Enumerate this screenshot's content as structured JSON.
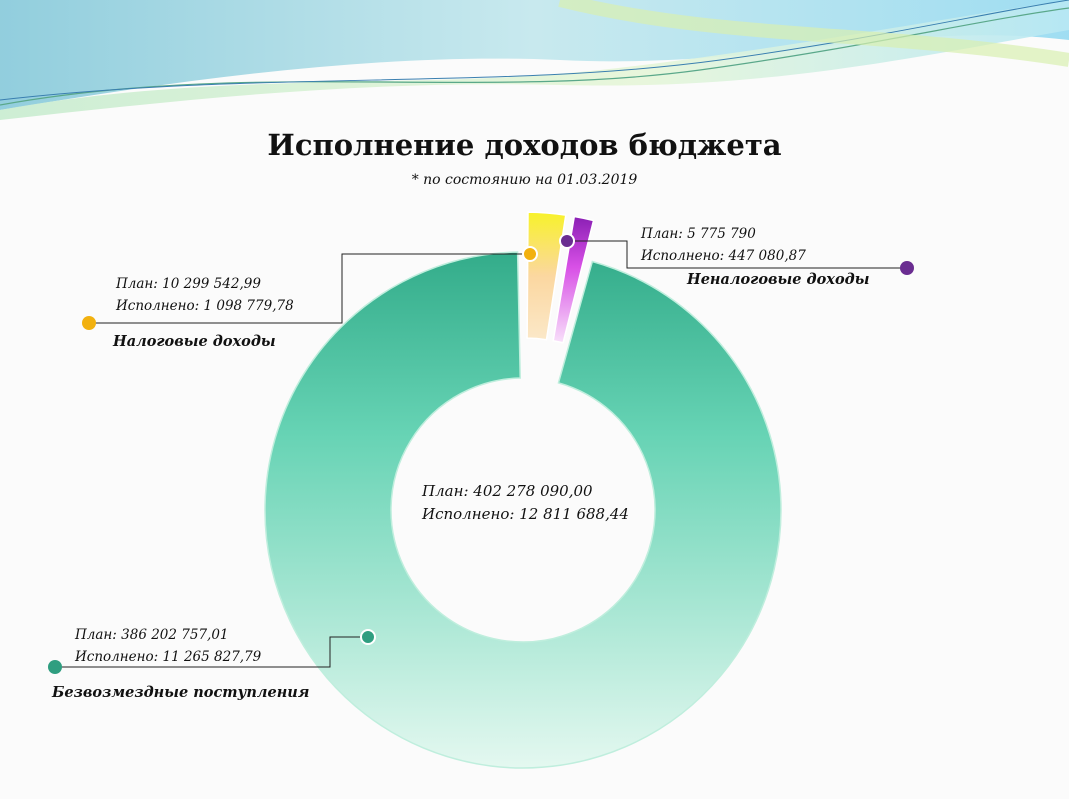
{
  "title": "Исполнение доходов бюджета",
  "subtitle": "* по состоянию на 01.03.2019",
  "total": {
    "plan": "План: 402 278 090,00",
    "done": "Исполнено: 12 811 688,44"
  },
  "chart_data": {
    "type": "pie",
    "style": "doughnut",
    "title": "Исполнение доходов бюджета",
    "subtitle": "* по состоянию на 01.03.2019",
    "slices": [
      {
        "label": "Безвозмездные поступления",
        "plan": 386202757.01,
        "done": 11265827.79,
        "plan_text": "План: 386 202 757,01",
        "done_text": "Исполнено: 11 265 827,79",
        "color": "#4fc3a1",
        "exploded": false
      },
      {
        "label": "Налоговые доходы",
        "plan": 10299542.99,
        "done": 1098779.78,
        "plan_text": "План: 10 299 542,99",
        "done_text": "Исполнено: 1 098 779,78",
        "color": "#f5e84a",
        "marker_color": "#f2b10f",
        "exploded": true
      },
      {
        "label": "Неналоговые доходы",
        "plan": 5775790,
        "done": 447080.87,
        "plan_text": "План: 5 775 790",
        "done_text": "Исполнено: 447 080,87",
        "color": "#a020c0",
        "marker_color": "#6a2d91",
        "exploded": true
      }
    ],
    "total": {
      "plan": 402278090.0,
      "done": 12811688.44
    },
    "legend": "none"
  }
}
